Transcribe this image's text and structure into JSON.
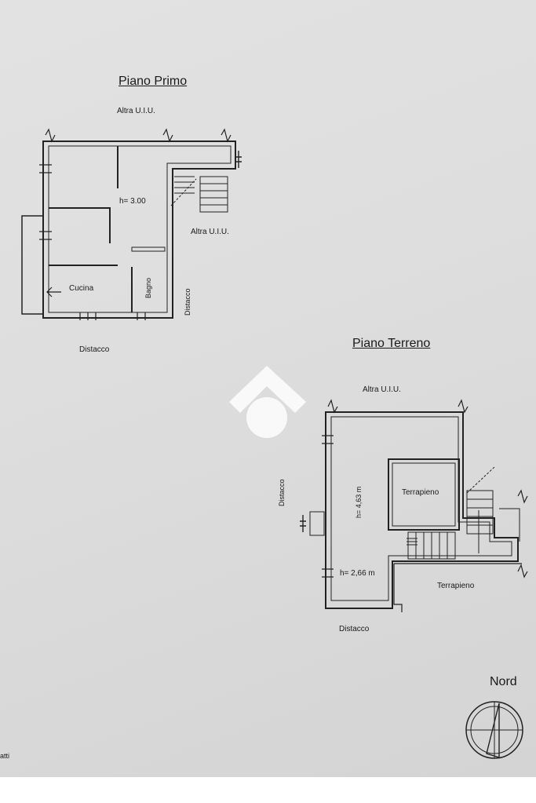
{
  "piano_primo": {
    "title": "Piano Primo",
    "altra_top": "Altra U.I.U.",
    "altra_right": "Altra U.I.U.",
    "height": "h= 3.00",
    "cucina": "Cucina",
    "bagno": "Bagno",
    "distacco_right": "Distacco",
    "distacco_bottom": "Distacco"
  },
  "piano_terreno": {
    "title": "Piano Terreno",
    "altra_top": "Altra U.I.U.",
    "distacco_left": "Distacco",
    "height_main": "h= 4,63 m",
    "terrapieno_inner": "Terrapieno",
    "terrapieno_outer": "Terrapieno",
    "height_small": "h= 2,66 m",
    "distacco_bottom": "Distacco"
  },
  "compass": {
    "label": "Nord"
  },
  "footer": {
    "fragment": "atti"
  }
}
